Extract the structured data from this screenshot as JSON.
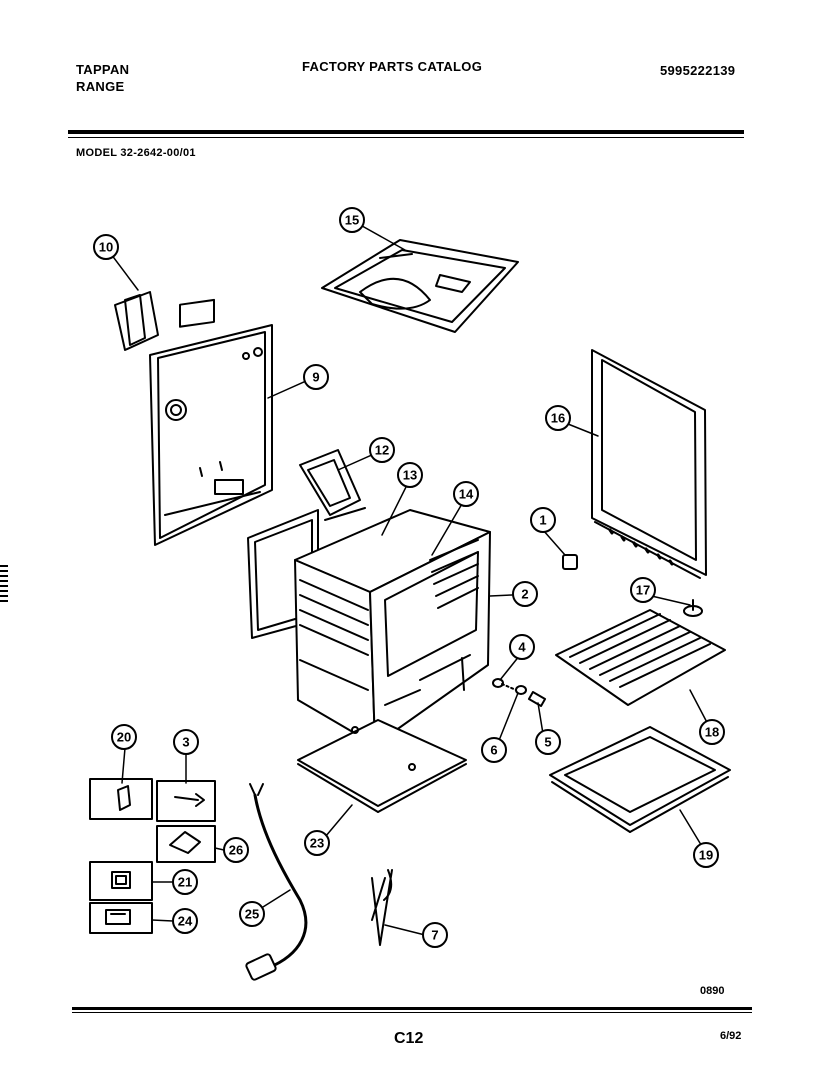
{
  "header": {
    "brand_line1": "TAPPAN",
    "brand_line2": "RANGE",
    "catalog_title": "FACTORY PARTS CATALOG",
    "catalog_number": "5995222139",
    "model_label": "MODEL 32-2642-00/01"
  },
  "callouts": [
    "1",
    "2",
    "3",
    "4",
    "5",
    "6",
    "7",
    "9",
    "10",
    "12",
    "13",
    "14",
    "15",
    "16",
    "17",
    "18",
    "19",
    "20",
    "21",
    "23",
    "24",
    "25",
    "26"
  ],
  "footer": {
    "drawing_code": "0890",
    "page_code": "C12",
    "date_code": "6/92"
  }
}
